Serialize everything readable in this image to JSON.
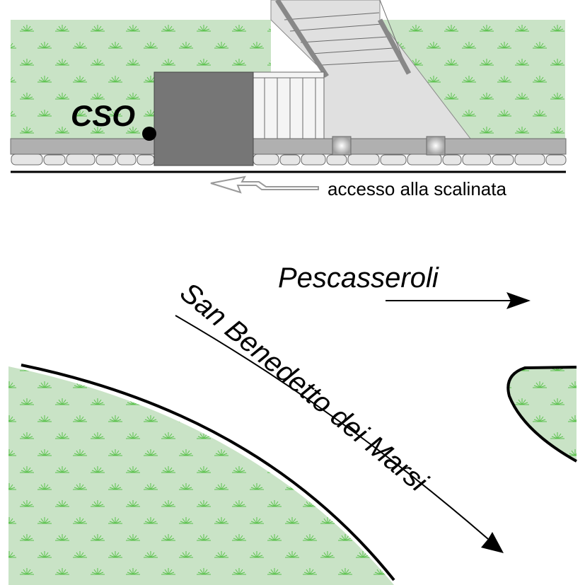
{
  "map": {
    "labels": {
      "cso": "CSO",
      "access": "accesso alla scalinata",
      "pescasseroli": "Pescasseroli",
      "san_benedetto": "San Benedetto dei Marsi"
    },
    "colors": {
      "grass": "#c9e3c6",
      "grass_tuft": "#5cc24e",
      "building": "#767676",
      "wall": "#b0b0b0",
      "stair_area": "#e0e0e0",
      "stone": "#e6e6e6",
      "road_line": "#000000",
      "arrow_outline": "#9a9a9a"
    },
    "icons": {
      "cso_marker": "filled-circle",
      "direction_arrows": "arrow-right"
    }
  }
}
